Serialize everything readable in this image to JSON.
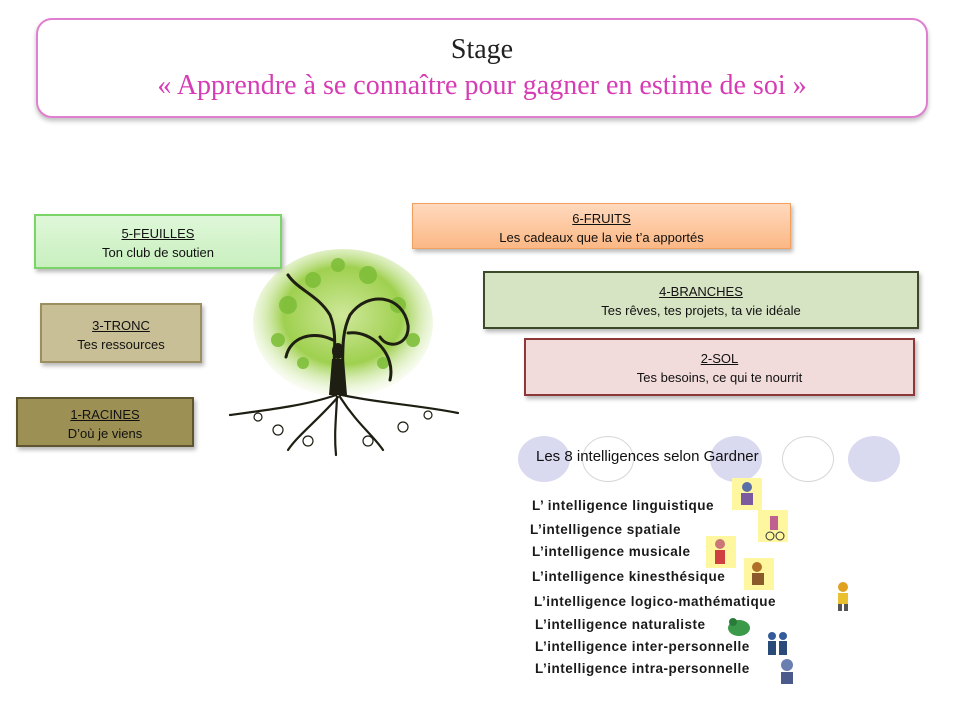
{
  "header": {
    "line1": "Stage",
    "line2": "« Apprendre à se connaître pour gagner en estime de soi »"
  },
  "cards": {
    "feuilles": {
      "title": "5-FEUILLES",
      "text": "Ton club de soutien"
    },
    "tronc": {
      "title": "3-TRONC",
      "text": "Tes ressources"
    },
    "racines": {
      "title": "1-RACINES",
      "text": "D’où je viens"
    },
    "fruits": {
      "title": "6-FRUITS",
      "text": "Les cadeaux que la vie t’a apportés"
    },
    "branches": {
      "title": "4-BRANCHES",
      "text": "Tes rêves, tes projets, ta vie idéale"
    },
    "sol": {
      "title": "2-SOL",
      "text": "Tes besoins, ce qui te nourrit"
    }
  },
  "gardner": {
    "title": "Les 8 intelligences selon Gardner",
    "items": [
      "L’ intelligence linguistique",
      "L’intelligence spatiale",
      "L’intelligence musicale",
      "L’intelligence kinesthésique",
      "L’intelligence logico-mathématique",
      "L’intelligence naturaliste",
      "L’intelligence inter-personnelle",
      "L’intelligence intra-personnelle"
    ]
  },
  "colors": {
    "title_border": "#e07fd0",
    "title_accent": "#d63cb4",
    "tree_green": "#8dc63f"
  },
  "icons": [
    "tree-woman-illustration",
    "intelligence-figure-icons"
  ]
}
